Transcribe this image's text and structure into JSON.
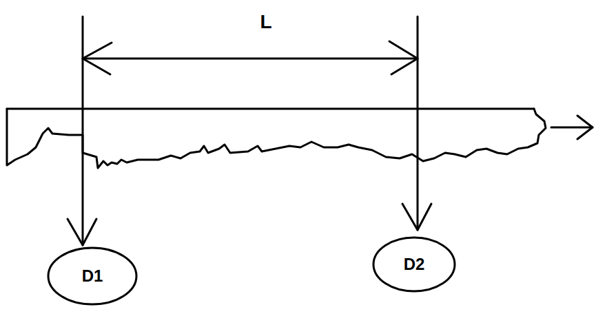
{
  "diagram": {
    "nodes": [
      {
        "text": [
          "D1"
        ]
      },
      {
        "text": [
          "D2"
        ]
      }
    ],
    "labels": [
      "L"
    ]
  }
}
